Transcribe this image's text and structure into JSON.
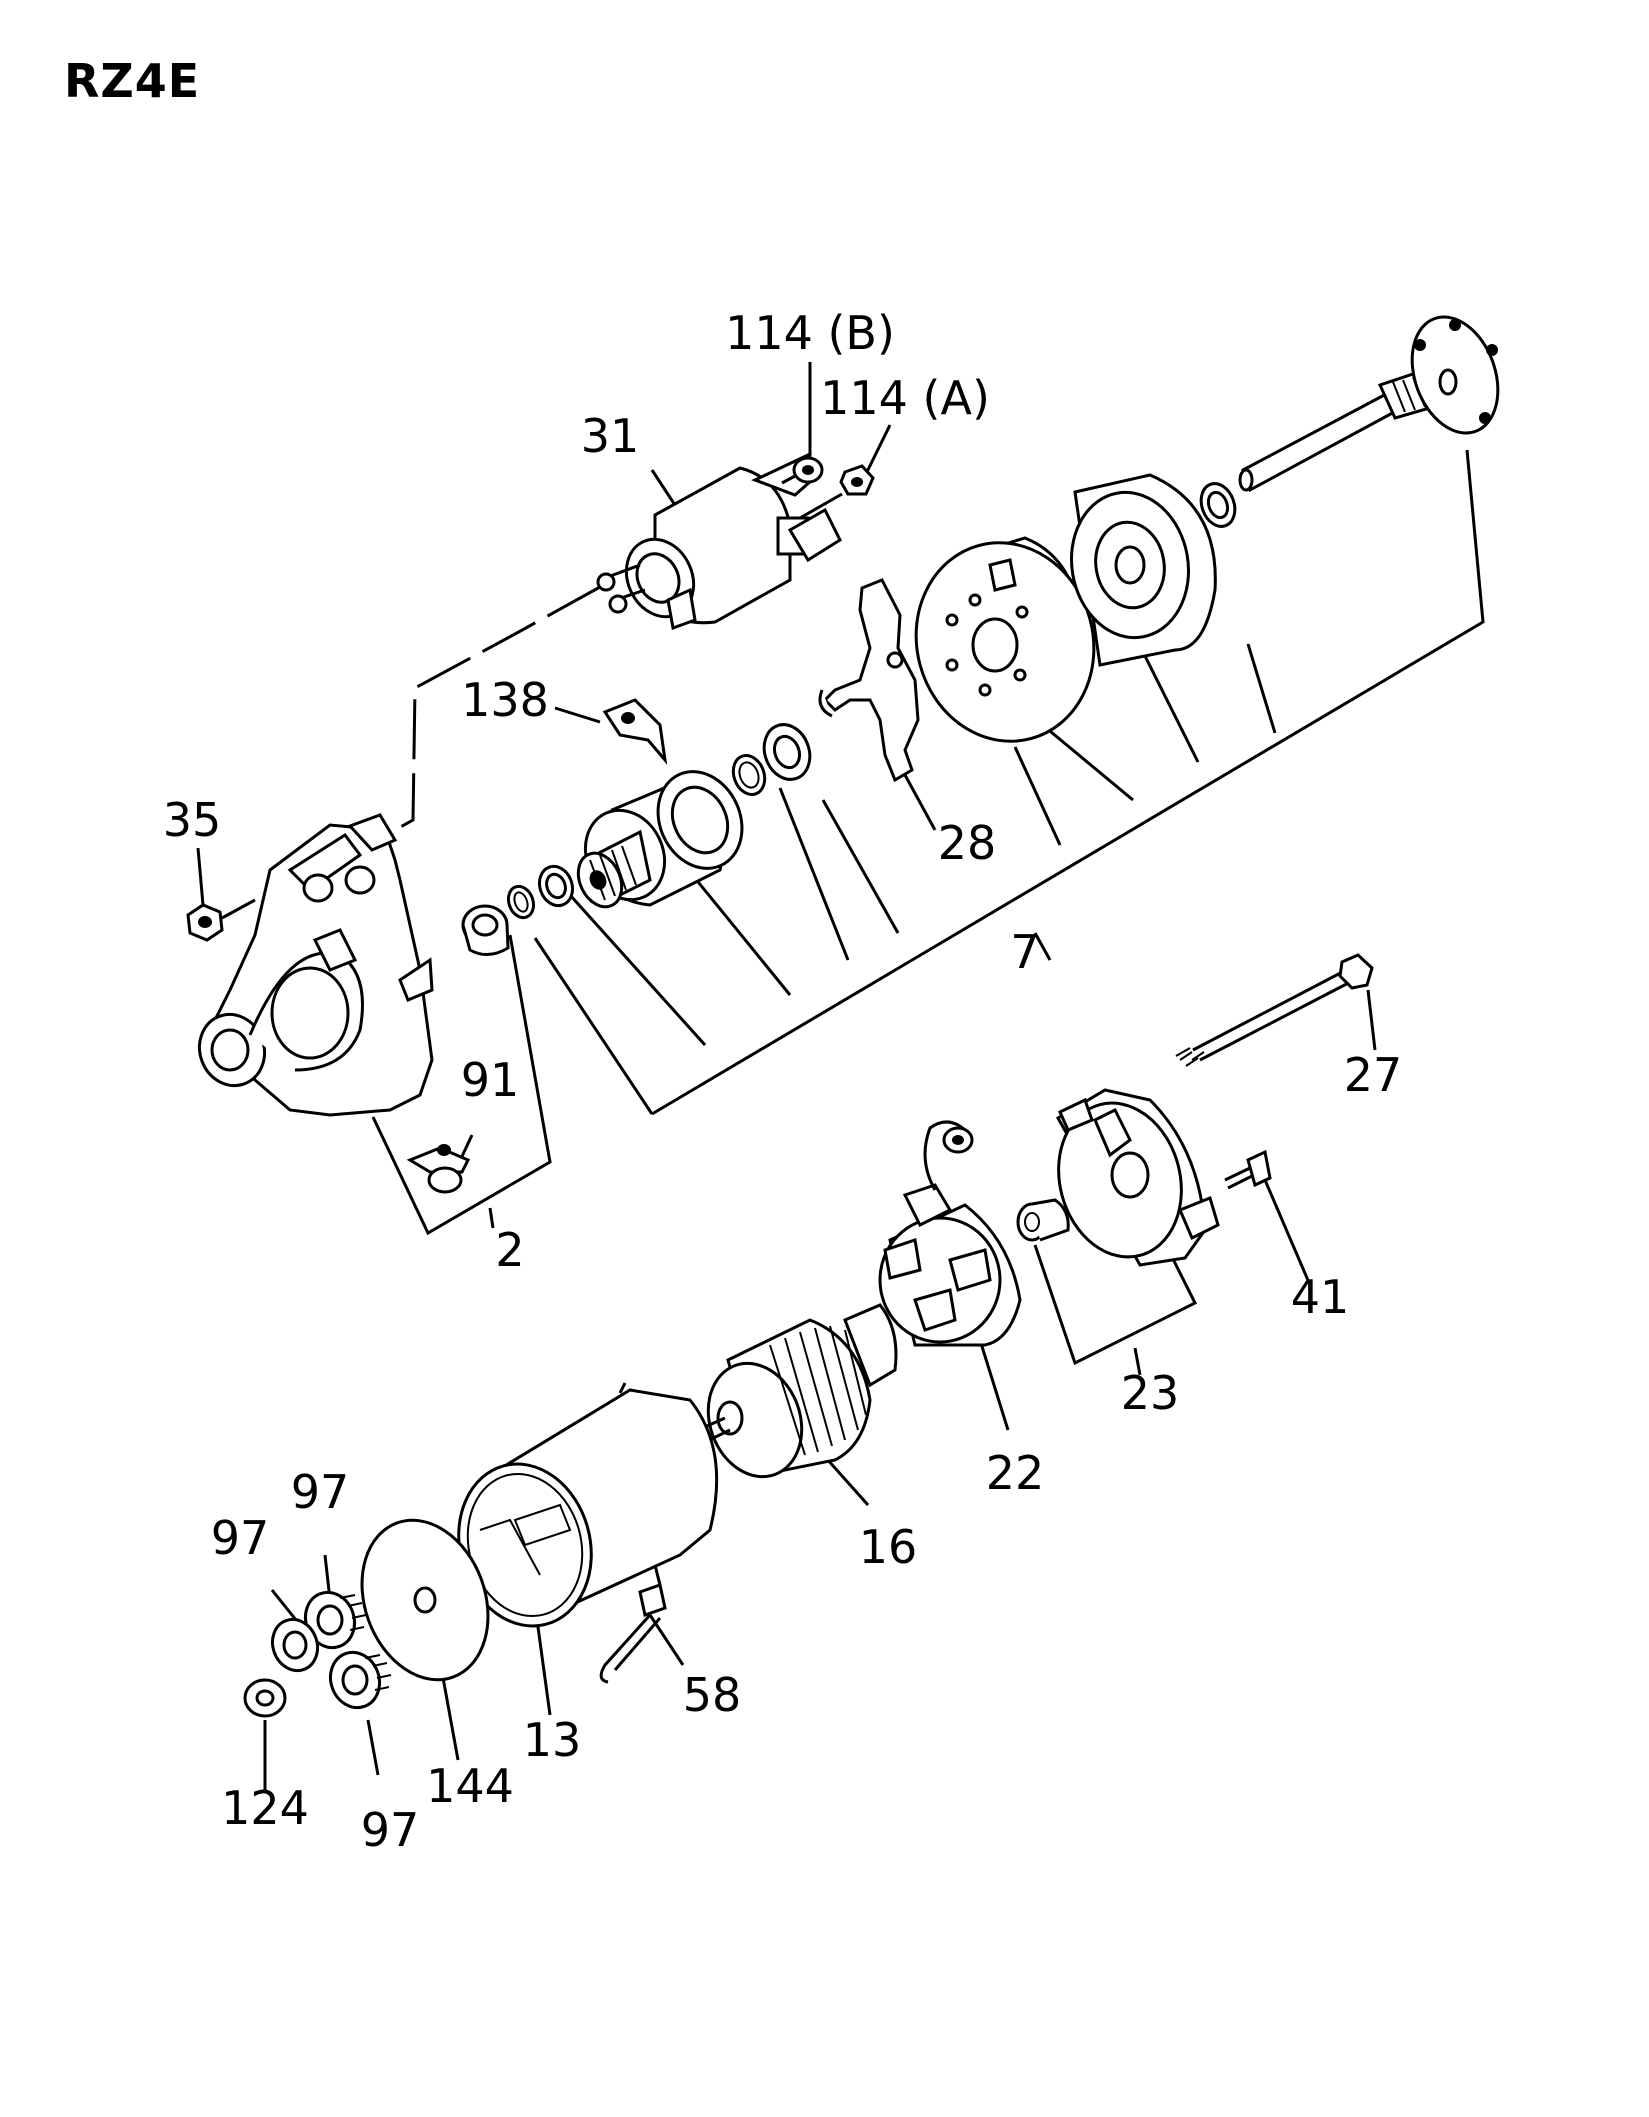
{
  "diagram": {
    "code": "RZ4E",
    "callouts": {
      "c31": "31",
      "c114b": "114 (B)",
      "c114a": "114 (A)",
      "c138": "138",
      "c35": "35",
      "c28": "28",
      "c7": "7",
      "c91": "91",
      "c2": "2",
      "c27": "27",
      "c41": "41",
      "c23": "23",
      "c22": "22",
      "c16": "16",
      "c97a": "97",
      "c97b": "97",
      "c97c": "97",
      "c124": "124",
      "c144": "144",
      "c13": "13",
      "c58": "58"
    }
  }
}
